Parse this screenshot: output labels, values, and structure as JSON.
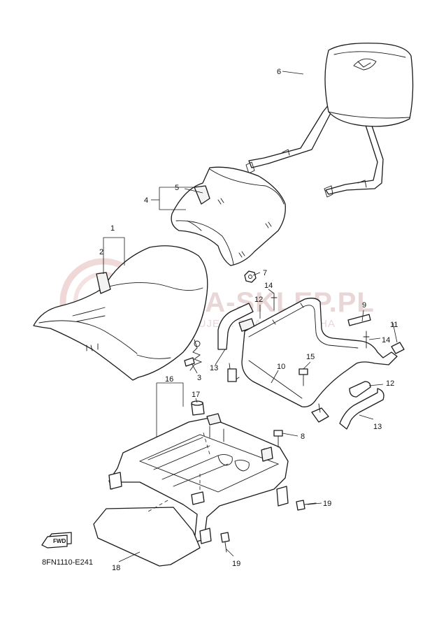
{
  "watermark": {
    "brand": "YAMA-SKLEP.PL",
    "tagline": "WOJLIĘCUJE ... DEALER YAMAHA"
  },
  "diagram_code": "8FN1110-E241",
  "fwd_label": "FWD",
  "callouts": {
    "c1": "1",
    "c2": "2",
    "c3": "3",
    "c4": "4",
    "c5": "5",
    "c6": "6",
    "c7": "7",
    "c8": "8",
    "c9": "9",
    "c10": "10",
    "c11": "11",
    "c12a": "12",
    "c12b": "12",
    "c13a": "13",
    "c13b": "13",
    "c14a": "14",
    "c14b": "14",
    "c15": "15",
    "c16": "16",
    "c17": "17",
    "c18": "18",
    "c19a": "19",
    "c19b": "19"
  },
  "colors": {
    "line": "#1a1a1a",
    "watermark": "#e2c9c9"
  }
}
